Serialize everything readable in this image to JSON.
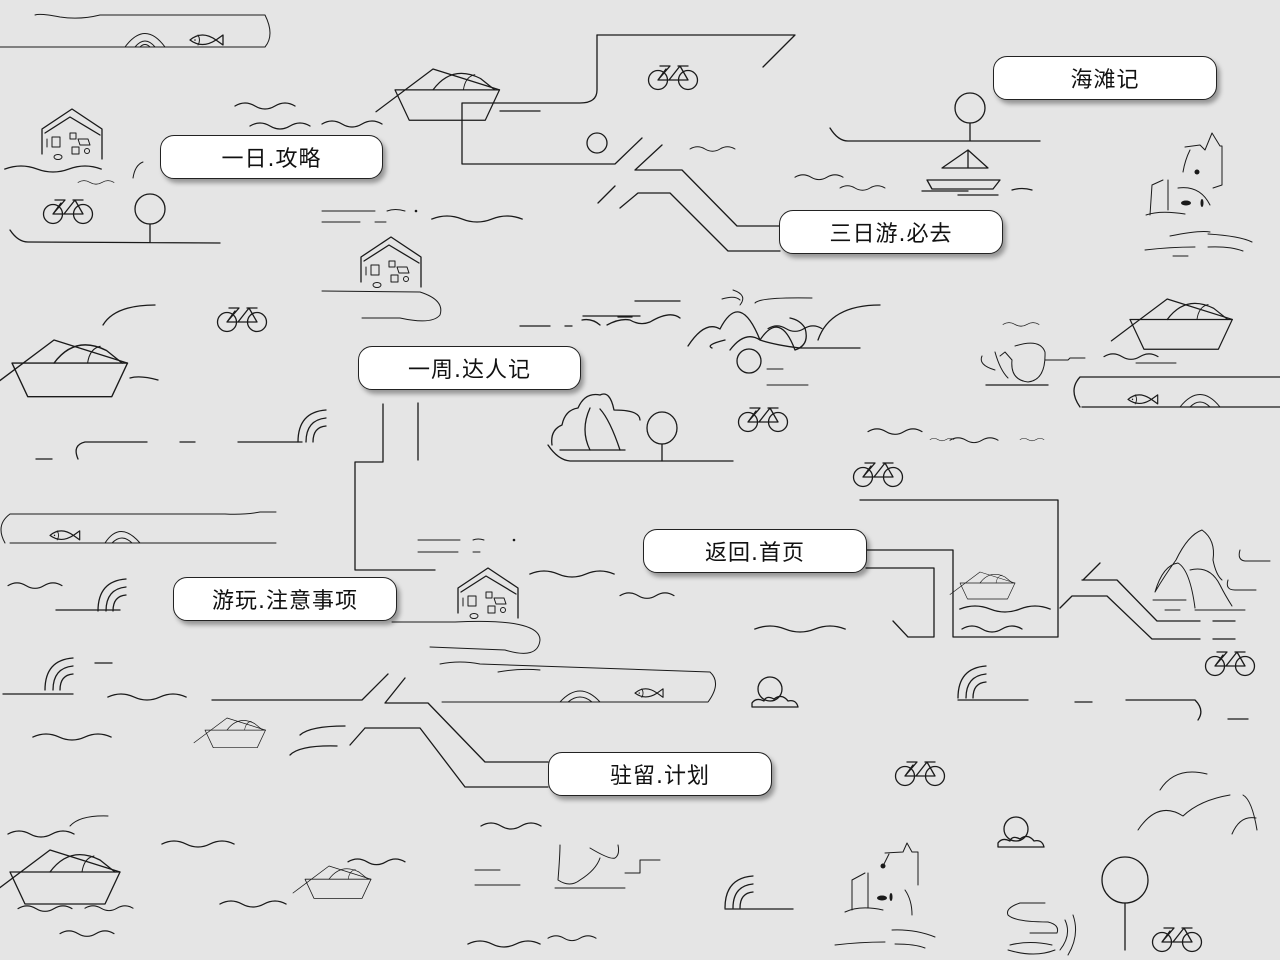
{
  "page": {
    "background_color": "#e5e5e5",
    "line_color": "#1a1a1a"
  },
  "nav": {
    "items": [
      {
        "id": "one-day",
        "label": "一日.攻略"
      },
      {
        "id": "beach",
        "label": "海滩记"
      },
      {
        "id": "three-day",
        "label": "三日游.必去"
      },
      {
        "id": "one-week",
        "label": "一周.达人记"
      },
      {
        "id": "home",
        "label": "返回.首页"
      },
      {
        "id": "notes",
        "label": "游玩.注意事项"
      },
      {
        "id": "stay",
        "label": "驻留.计划"
      }
    ]
  },
  "icons": [
    "bicycle-icon",
    "tree-icon",
    "house-icon",
    "boat-icon",
    "sailboat-icon",
    "fish-icon",
    "sun-cloud-icon",
    "cat-icon",
    "mountain-icon",
    "rainbow-icon",
    "castle-icon",
    "wave-icon"
  ]
}
